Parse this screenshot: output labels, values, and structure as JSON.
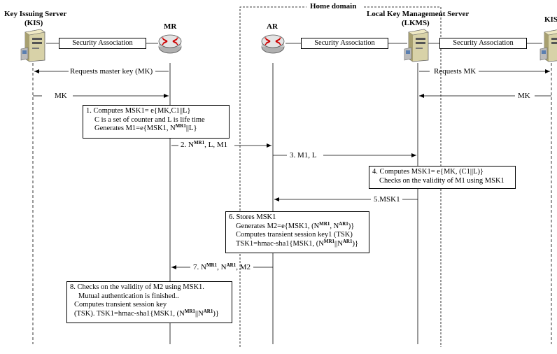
{
  "domain_label": "Home domain",
  "entities": {
    "kis_left": {
      "name": "Key Issuing Server",
      "abbr": "(KIS)",
      "icon": "server-icon"
    },
    "mr": {
      "name": "MR",
      "icon": "router-icon"
    },
    "ar": {
      "name": "AR",
      "icon": "router-icon"
    },
    "lkms": {
      "name": "Local Key Management Server",
      "abbr": "(LKMS)",
      "icon": "server-icon"
    },
    "kis_right": {
      "name": "KIS",
      "icon": "server-icon"
    }
  },
  "associations": [
    "Security Association",
    "Security Association",
    "Security Association"
  ],
  "messages": {
    "req_mk_left": "Requests master key (MK)",
    "mk_left": "MK",
    "req_mk_right": "Requests MK",
    "mk_right": "MK",
    "m2_pre": "2. N",
    "m2_sup": "MR1",
    "m2_post": ", L, M1",
    "m3": "3. M1, L",
    "m5": "5.MSK1",
    "m7_pre": "7. N",
    "m7_sup1": "MR1",
    "m7_mid": ", N",
    "m7_sup2": "AR1",
    "m7_post": ", M2"
  },
  "step1": {
    "line1": "1. Computes MSK1= e{MK,C1||L}",
    "line2": "C is a set of counter and L is life time",
    "line3_pre": "Generates M1=e{MSK1, N",
    "line3_sup": "MR1",
    "line3_post": "||L}"
  },
  "step4": {
    "line1": "4. Computes MSK1= e{MK, (C1||L)}",
    "line2": "Checks on the validity of M1 using MSK1"
  },
  "step6": {
    "line1": "6. Stores MSK1",
    "line2_pre": "Generates M2=e{MSK1, (N",
    "line2_sup1": "MR1",
    "line2_mid": ", N",
    "line2_sup2": "AR1",
    "line2_post": ")}",
    "line3": "Computes transient session key1 (TSK)",
    "line4_pre": "TSK1=hmac-sha1{MSK1, (N",
    "line4_sup1": "MR1",
    "line4_mid": "||N",
    "line4_sup2": "AR1",
    "line4_post": ")}"
  },
  "step8": {
    "line1": "8. Checks on the validity of M2 using MSK1.",
    "line2": "Mutual authentication is finished..",
    "line3": "Computes transient session key",
    "line4_pre": "(TSK). TSK1=hmac-sha1{MSK1, (N",
    "line4_sup1": "MR1",
    "line4_mid": "||N",
    "line4_sup2": "AR1",
    "line4_post": ")}"
  }
}
